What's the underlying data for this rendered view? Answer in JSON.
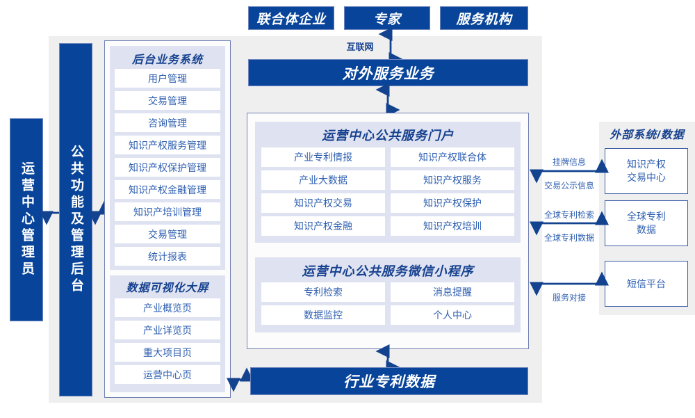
{
  "diagram": {
    "title_hidden": "",
    "colors": {
      "primary_blue": "#08459a",
      "light_panel": "#dfe3f1",
      "canvas_grey": "#efefef",
      "text_blue": "#2e5fb0",
      "border_blue": "#6f7fb4"
    },
    "top_actors": [
      {
        "label": "联合体企业"
      },
      {
        "label": "专家"
      },
      {
        "label": "服务机构"
      }
    ],
    "internet_label": "互联网",
    "external_service_bar": "对外服务业务",
    "left_rails": [
      {
        "label": "运营中心管理员"
      },
      {
        "label": "公共功能及管理后台"
      }
    ],
    "backoffice": {
      "title": "后台业务系统",
      "items": [
        "用户管理",
        "交易管理",
        "咨询管理",
        "知识产权服务管理",
        "知识产权保护管理",
        "知识产权金融管理",
        "知识产培训管理",
        "交易管理",
        "统计报表"
      ]
    },
    "dashboard": {
      "title": "数据可视化大屏",
      "items": [
        "产业概览页",
        "产业详览页",
        "重大项目页",
        "运营中心页"
      ]
    },
    "portal": {
      "title": "运营中心公共服务门户",
      "items": [
        "产业专利情报",
        "知识产权联合体",
        "产业大数据",
        "知识产权服务",
        "知识产权交易",
        "知识产权保护",
        "知识产权金融",
        "知识产权培训"
      ]
    },
    "miniprogram": {
      "title": "运营中心公共服务微信小程序",
      "items": [
        "专利检索",
        "消息提醒",
        "数据监控",
        "个人中心"
      ]
    },
    "bottom_bar": "行业专利数据",
    "external": {
      "title": "外部系统/数据",
      "boxes": [
        {
          "label": "知识产权\n交易中心",
          "line1": "知识产权",
          "line2": "交易中心"
        },
        {
          "label": "全球专利\n数据",
          "line1": "全球专利",
          "line2": "数据"
        },
        {
          "label": "短信平台",
          "line1": "短信平台",
          "line2": ""
        }
      ],
      "connectors": [
        {
          "above": "挂牌信息",
          "below": "交易公示信息"
        },
        {
          "above": "全球专利检索",
          "below": "全球专利数据"
        },
        {
          "above": "",
          "below": "服务对接"
        }
      ]
    }
  }
}
